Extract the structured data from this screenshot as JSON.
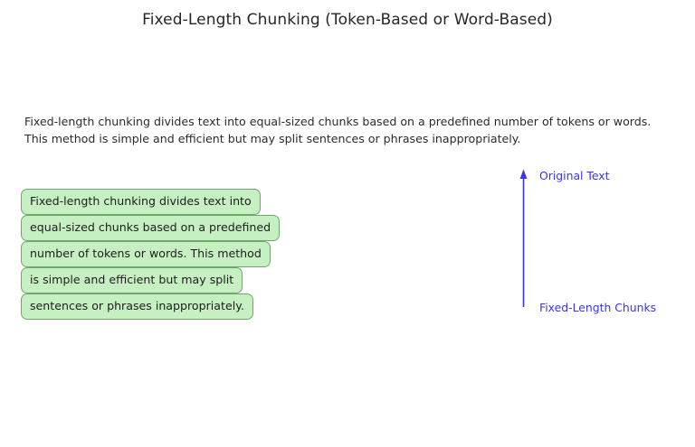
{
  "page": {
    "title": "Fixed-Length Chunking (Token-Based or Word-Based)",
    "background_color": "#ffffff"
  },
  "description": {
    "line1": "Fixed-length chunking divides text into equal-sized chunks based on a predefined number of tokens or words.",
    "line2": "This method is simple and efficient but may split sentences or phrases inappropriately."
  },
  "chunks": {
    "fill_color": "#c6f0c2",
    "border_color": "#6fa86f",
    "items": [
      {
        "text": "Fixed-length chunking divides text into"
      },
      {
        "text": "equal-sized chunks based on a predefined"
      },
      {
        "text": "number of tokens or words. This method"
      },
      {
        "text": "is simple and efficient but may split"
      },
      {
        "text": "sentences or phrases inappropriately."
      }
    ]
  },
  "flow_axis": {
    "accent_color": "#3a34ee",
    "direction": "up",
    "top_label": "Original Text",
    "bottom_label": "Fixed-Length Chunks"
  }
}
